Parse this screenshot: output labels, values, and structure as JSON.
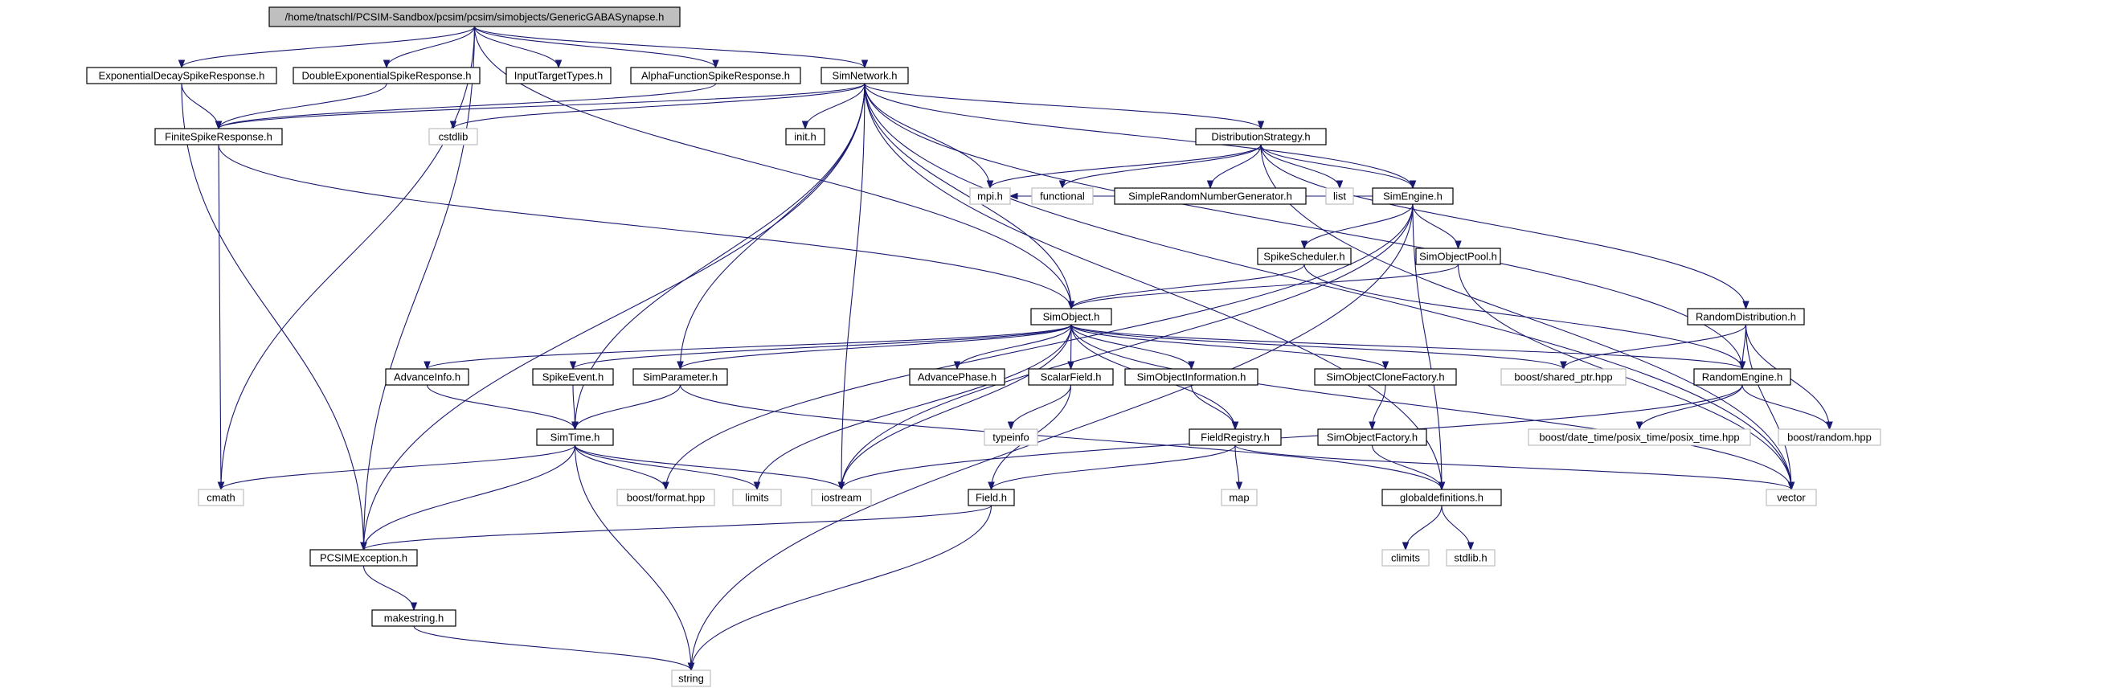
{
  "colors": {
    "root_fill": "#bfbfbf",
    "documented_border": "#000000",
    "undocumented_border": "#bfbfbf",
    "node_fill": "#ffffff",
    "edge": "#191970"
  },
  "nodes": [
    {
      "id": "root",
      "label": "/home/tnatschl/PCSIM-Sandbox/pcsim/pcsim/simobjects/GenericGABASynapse.h",
      "kind": "root"
    },
    {
      "id": "exp_decay",
      "label": "ExponentialDecaySpikeResponse.h",
      "kind": "documented"
    },
    {
      "id": "double_exp",
      "label": "DoubleExponentialSpikeResponse.h",
      "kind": "documented"
    },
    {
      "id": "input_target",
      "label": "InputTargetTypes.h",
      "kind": "documented"
    },
    {
      "id": "alpha_func",
      "label": "AlphaFunctionSpikeResponse.h",
      "kind": "documented"
    },
    {
      "id": "simnetwork",
      "label": "SimNetwork.h",
      "kind": "documented"
    },
    {
      "id": "finite_spike",
      "label": "FiniteSpikeResponse.h",
      "kind": "documented"
    },
    {
      "id": "cstdlib",
      "label": "cstdlib",
      "kind": "external"
    },
    {
      "id": "init",
      "label": "init.h",
      "kind": "documented"
    },
    {
      "id": "dist_strategy",
      "label": "DistributionStrategy.h",
      "kind": "documented"
    },
    {
      "id": "mpi",
      "label": "mpi.h",
      "kind": "external"
    },
    {
      "id": "functional",
      "label": "functional",
      "kind": "external"
    },
    {
      "id": "simple_rng",
      "label": "SimpleRandomNumberGenerator.h",
      "kind": "documented"
    },
    {
      "id": "list",
      "label": "list",
      "kind": "external"
    },
    {
      "id": "simengine",
      "label": "SimEngine.h",
      "kind": "documented"
    },
    {
      "id": "spike_scheduler",
      "label": "SpikeScheduler.h",
      "kind": "documented"
    },
    {
      "id": "simobject_pool",
      "label": "SimObjectPool.h",
      "kind": "documented"
    },
    {
      "id": "random_dist",
      "label": "RandomDistribution.h",
      "kind": "documented"
    },
    {
      "id": "simobject",
      "label": "SimObject.h",
      "kind": "documented"
    },
    {
      "id": "advance_info",
      "label": "AdvanceInfo.h",
      "kind": "documented"
    },
    {
      "id": "spike_event",
      "label": "SpikeEvent.h",
      "kind": "documented"
    },
    {
      "id": "sim_parameter",
      "label": "SimParameter.h",
      "kind": "documented"
    },
    {
      "id": "advance_phase",
      "label": "AdvancePhase.h",
      "kind": "documented"
    },
    {
      "id": "scalar_field",
      "label": "ScalarField.h",
      "kind": "documented"
    },
    {
      "id": "simobject_info",
      "label": "SimObjectInformation.h",
      "kind": "documented"
    },
    {
      "id": "simobject_clone",
      "label": "SimObjectCloneFactory.h",
      "kind": "documented"
    },
    {
      "id": "shared_ptr",
      "label": "boost/shared_ptr.hpp",
      "kind": "external"
    },
    {
      "id": "random_engine",
      "label": "RandomEngine.h",
      "kind": "documented"
    },
    {
      "id": "simtime",
      "label": "SimTime.h",
      "kind": "documented"
    },
    {
      "id": "typeinfo",
      "label": "typeinfo",
      "kind": "external"
    },
    {
      "id": "field_registry",
      "label": "FieldRegistry.h",
      "kind": "documented"
    },
    {
      "id": "simobject_factory",
      "label": "SimObjectFactory.h",
      "kind": "documented"
    },
    {
      "id": "posix_time",
      "label": "boost/date_time/posix_time/posix_time.hpp",
      "kind": "external"
    },
    {
      "id": "boost_random",
      "label": "boost/random.hpp",
      "kind": "external"
    },
    {
      "id": "cmath",
      "label": "cmath",
      "kind": "external"
    },
    {
      "id": "boost_format",
      "label": "boost/format.hpp",
      "kind": "external"
    },
    {
      "id": "limits",
      "label": "limits",
      "kind": "external"
    },
    {
      "id": "iostream",
      "label": "iostream",
      "kind": "external"
    },
    {
      "id": "field",
      "label": "Field.h",
      "kind": "documented"
    },
    {
      "id": "map",
      "label": "map",
      "kind": "external"
    },
    {
      "id": "globaldefs",
      "label": "globaldefinitions.h",
      "kind": "documented"
    },
    {
      "id": "vector",
      "label": "vector",
      "kind": "external"
    },
    {
      "id": "pcsim_exception",
      "label": "PCSIMException.h",
      "kind": "documented"
    },
    {
      "id": "climits",
      "label": "climits",
      "kind": "external"
    },
    {
      "id": "stdlib",
      "label": "stdlib.h",
      "kind": "external"
    },
    {
      "id": "makestring",
      "label": "makestring.h",
      "kind": "documented"
    },
    {
      "id": "string",
      "label": "string",
      "kind": "external"
    }
  ],
  "edges": [
    [
      "root",
      "exp_decay"
    ],
    [
      "root",
      "double_exp"
    ],
    [
      "root",
      "input_target"
    ],
    [
      "root",
      "alpha_func"
    ],
    [
      "root",
      "simnetwork"
    ],
    [
      "root",
      "simobject"
    ],
    [
      "root",
      "cmath"
    ],
    [
      "root",
      "pcsim_exception"
    ],
    [
      "exp_decay",
      "finite_spike"
    ],
    [
      "exp_decay",
      "pcsim_exception"
    ],
    [
      "double_exp",
      "finite_spike"
    ],
    [
      "alpha_func",
      "finite_spike"
    ],
    [
      "finite_spike",
      "simobject"
    ],
    [
      "finite_spike",
      "cmath"
    ],
    [
      "simnetwork",
      "finite_spike"
    ],
    [
      "simnetwork",
      "cstdlib"
    ],
    [
      "simnetwork",
      "init"
    ],
    [
      "simnetwork",
      "dist_strategy"
    ],
    [
      "simnetwork",
      "mpi"
    ],
    [
      "simnetwork",
      "simengine"
    ],
    [
      "simnetwork",
      "simobject"
    ],
    [
      "simnetwork",
      "sim_parameter"
    ],
    [
      "simnetwork",
      "simtime"
    ],
    [
      "simnetwork",
      "iostream"
    ],
    [
      "simnetwork",
      "pcsim_exception"
    ],
    [
      "simnetwork",
      "random_engine"
    ],
    [
      "simnetwork",
      "globaldefs"
    ],
    [
      "simnetwork",
      "vector"
    ],
    [
      "dist_strategy",
      "mpi"
    ],
    [
      "dist_strategy",
      "functional"
    ],
    [
      "dist_strategy",
      "simple_rng"
    ],
    [
      "dist_strategy",
      "list"
    ],
    [
      "dist_strategy",
      "simengine"
    ],
    [
      "dist_strategy",
      "random_dist"
    ],
    [
      "dist_strategy",
      "vector"
    ],
    [
      "simengine",
      "mpi"
    ],
    [
      "simengine",
      "spike_scheduler"
    ],
    [
      "simengine",
      "simobject_pool"
    ],
    [
      "simengine",
      "boost_format"
    ],
    [
      "simengine",
      "iostream"
    ],
    [
      "simengine",
      "globaldefs"
    ],
    [
      "simengine",
      "string"
    ],
    [
      "spike_scheduler",
      "simobject"
    ],
    [
      "spike_scheduler",
      "random_engine"
    ],
    [
      "simobject_pool",
      "simobject"
    ],
    [
      "simobject_pool",
      "vector"
    ],
    [
      "random_dist",
      "random_engine"
    ],
    [
      "random_dist",
      "shared_ptr"
    ],
    [
      "random_dist",
      "boost_random"
    ],
    [
      "random_dist",
      "vector"
    ],
    [
      "simobject",
      "advance_info"
    ],
    [
      "simobject",
      "spike_event"
    ],
    [
      "simobject",
      "sim_parameter"
    ],
    [
      "simobject",
      "advance_phase"
    ],
    [
      "simobject",
      "scalar_field"
    ],
    [
      "simobject",
      "simobject_info"
    ],
    [
      "simobject",
      "simobject_clone"
    ],
    [
      "simobject",
      "shared_ptr"
    ],
    [
      "simobject",
      "random_engine"
    ],
    [
      "simobject",
      "field_registry"
    ],
    [
      "simobject",
      "limits"
    ],
    [
      "simobject",
      "iostream"
    ],
    [
      "simobject",
      "vector"
    ],
    [
      "advance_info",
      "simtime"
    ],
    [
      "spike_event",
      "simtime"
    ],
    [
      "sim_parameter",
      "simtime"
    ],
    [
      "sim_parameter",
      "globaldefs"
    ],
    [
      "scalar_field",
      "typeinfo"
    ],
    [
      "scalar_field",
      "field"
    ],
    [
      "simobject_info",
      "field_registry"
    ],
    [
      "simobject_clone",
      "simobject_factory"
    ],
    [
      "random_engine",
      "posix_time"
    ],
    [
      "random_engine",
      "boost_random"
    ],
    [
      "random_engine",
      "iostream"
    ],
    [
      "simtime",
      "cmath"
    ],
    [
      "simtime",
      "boost_format"
    ],
    [
      "simtime",
      "limits"
    ],
    [
      "simtime",
      "iostream"
    ],
    [
      "simtime",
      "pcsim_exception"
    ],
    [
      "simtime",
      "string"
    ],
    [
      "field_registry",
      "field"
    ],
    [
      "field_registry",
      "map"
    ],
    [
      "field_registry",
      "vector"
    ],
    [
      "simobject_factory",
      "globaldefs"
    ],
    [
      "globaldefs",
      "climits"
    ],
    [
      "globaldefs",
      "stdlib"
    ],
    [
      "field",
      "pcsim_exception"
    ],
    [
      "field",
      "string"
    ],
    [
      "pcsim_exception",
      "makestring"
    ],
    [
      "makestring",
      "string"
    ]
  ]
}
